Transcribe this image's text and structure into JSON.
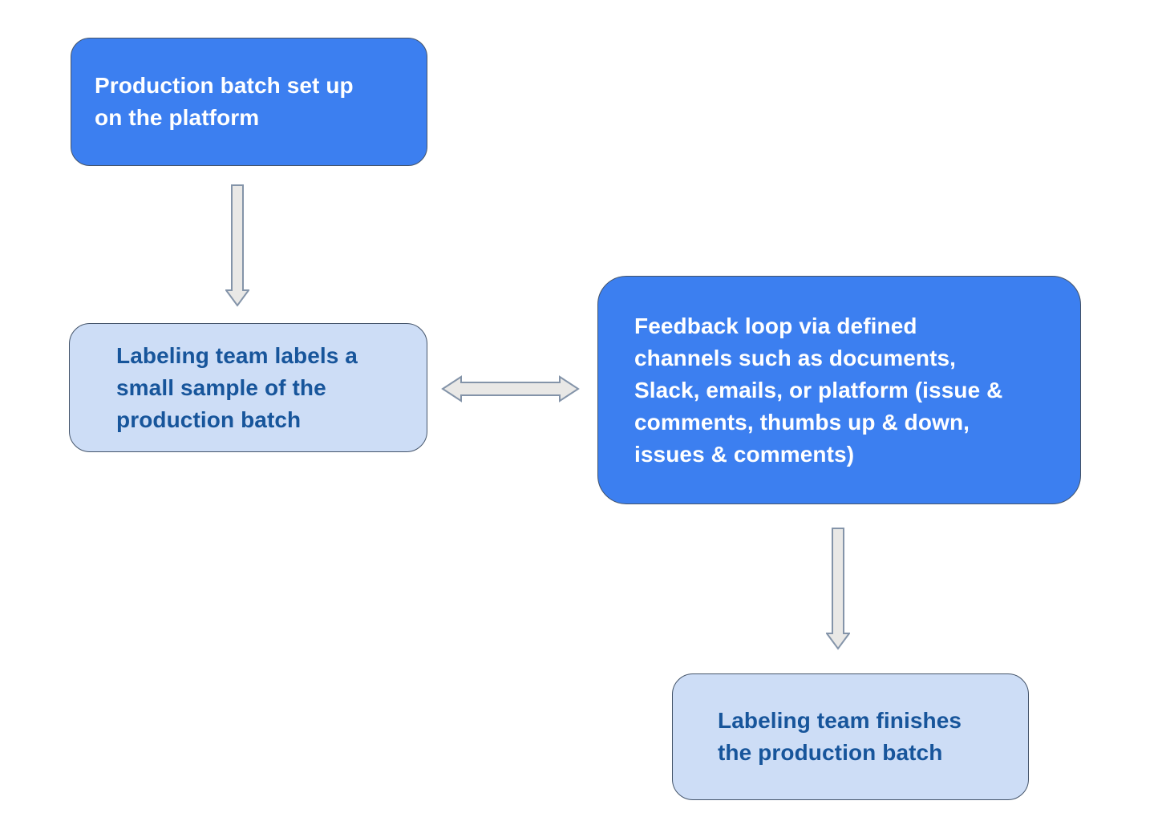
{
  "diagram": {
    "type": "flowchart",
    "background": "#FFFFFF",
    "colors": {
      "primary_fill": "#3C7FF0",
      "primary_text": "#FFFFFF",
      "secondary_fill": "#CDDDF6",
      "secondary_text": "#17559B",
      "node_border": "#44546A",
      "arrow_fill": "#E9E8E6",
      "arrow_stroke": "#8494A9",
      "canvas_bg": "#FFFFFF"
    },
    "nodes": [
      {
        "id": "production-batch-setup",
        "variant": "primary",
        "text": "Production batch set up\non the platform"
      },
      {
        "id": "labeling-team-sample",
        "variant": "secondary",
        "text": "Labeling team labels a\nsmall sample of the\nproduction batch"
      },
      {
        "id": "feedback-loop",
        "variant": "primary",
        "text": "Feedback loop via defined\nchannels such as documents,\nSlack, emails, or platform (issue &\ncomments, thumbs up & down,\nissues & comments)"
      },
      {
        "id": "labeling-team-finishes",
        "variant": "secondary",
        "text": "Labeling team finishes\nthe production batch"
      }
    ],
    "connectors": [
      {
        "from": "production-batch-setup",
        "to": "labeling-team-sample",
        "type": "arrow-down",
        "direction": "one-way"
      },
      {
        "from": "labeling-team-sample",
        "to": "feedback-loop",
        "type": "arrow-horizontal",
        "direction": "two-way"
      },
      {
        "from": "feedback-loop",
        "to": "labeling-team-finishes",
        "type": "arrow-down",
        "direction": "one-way"
      }
    ]
  }
}
